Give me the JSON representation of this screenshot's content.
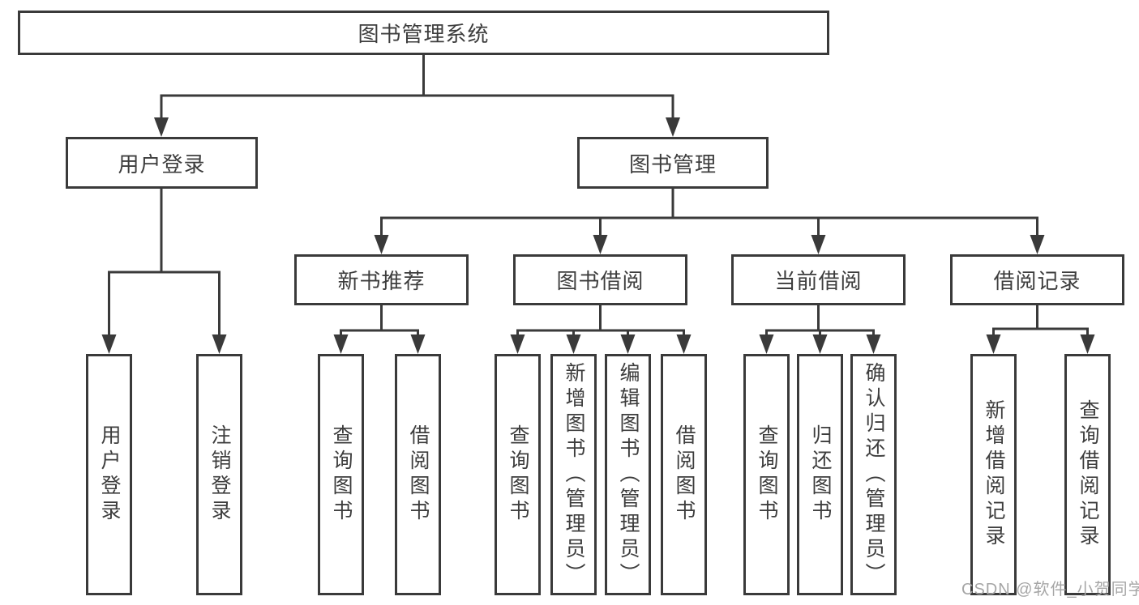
{
  "diagram": {
    "root": {
      "label": "图书管理系统"
    },
    "level2": [
      {
        "label": "用户登录",
        "children": [
          {
            "label": "用户登录"
          },
          {
            "label": "注销登录"
          }
        ]
      },
      {
        "label": "图书管理",
        "children": [
          {
            "label": "新书推荐",
            "children": [
              {
                "label": "查询图书"
              },
              {
                "label": "借阅图书"
              }
            ]
          },
          {
            "label": "图书借阅",
            "children": [
              {
                "label": "查询图书"
              },
              {
                "label": "新增图书（管理员）"
              },
              {
                "label": "编辑图书（管理员）"
              },
              {
                "label": "借阅图书"
              }
            ]
          },
          {
            "label": "当前借阅",
            "children": [
              {
                "label": "查询图书"
              },
              {
                "label": "归还图书"
              },
              {
                "label": "确认归还（管理员）"
              }
            ]
          },
          {
            "label": "借阅记录",
            "children": [
              {
                "label": "新增借阅记录"
              },
              {
                "label": "查询借阅记录"
              }
            ]
          }
        ]
      }
    ]
  },
  "watermark": {
    "text": "CSDN @软件_小贺同学"
  },
  "colors": {
    "line": "#3a3a3a",
    "text": "#3d3d3d",
    "background": "#ffffff",
    "watermark": "#a6a6a6"
  }
}
